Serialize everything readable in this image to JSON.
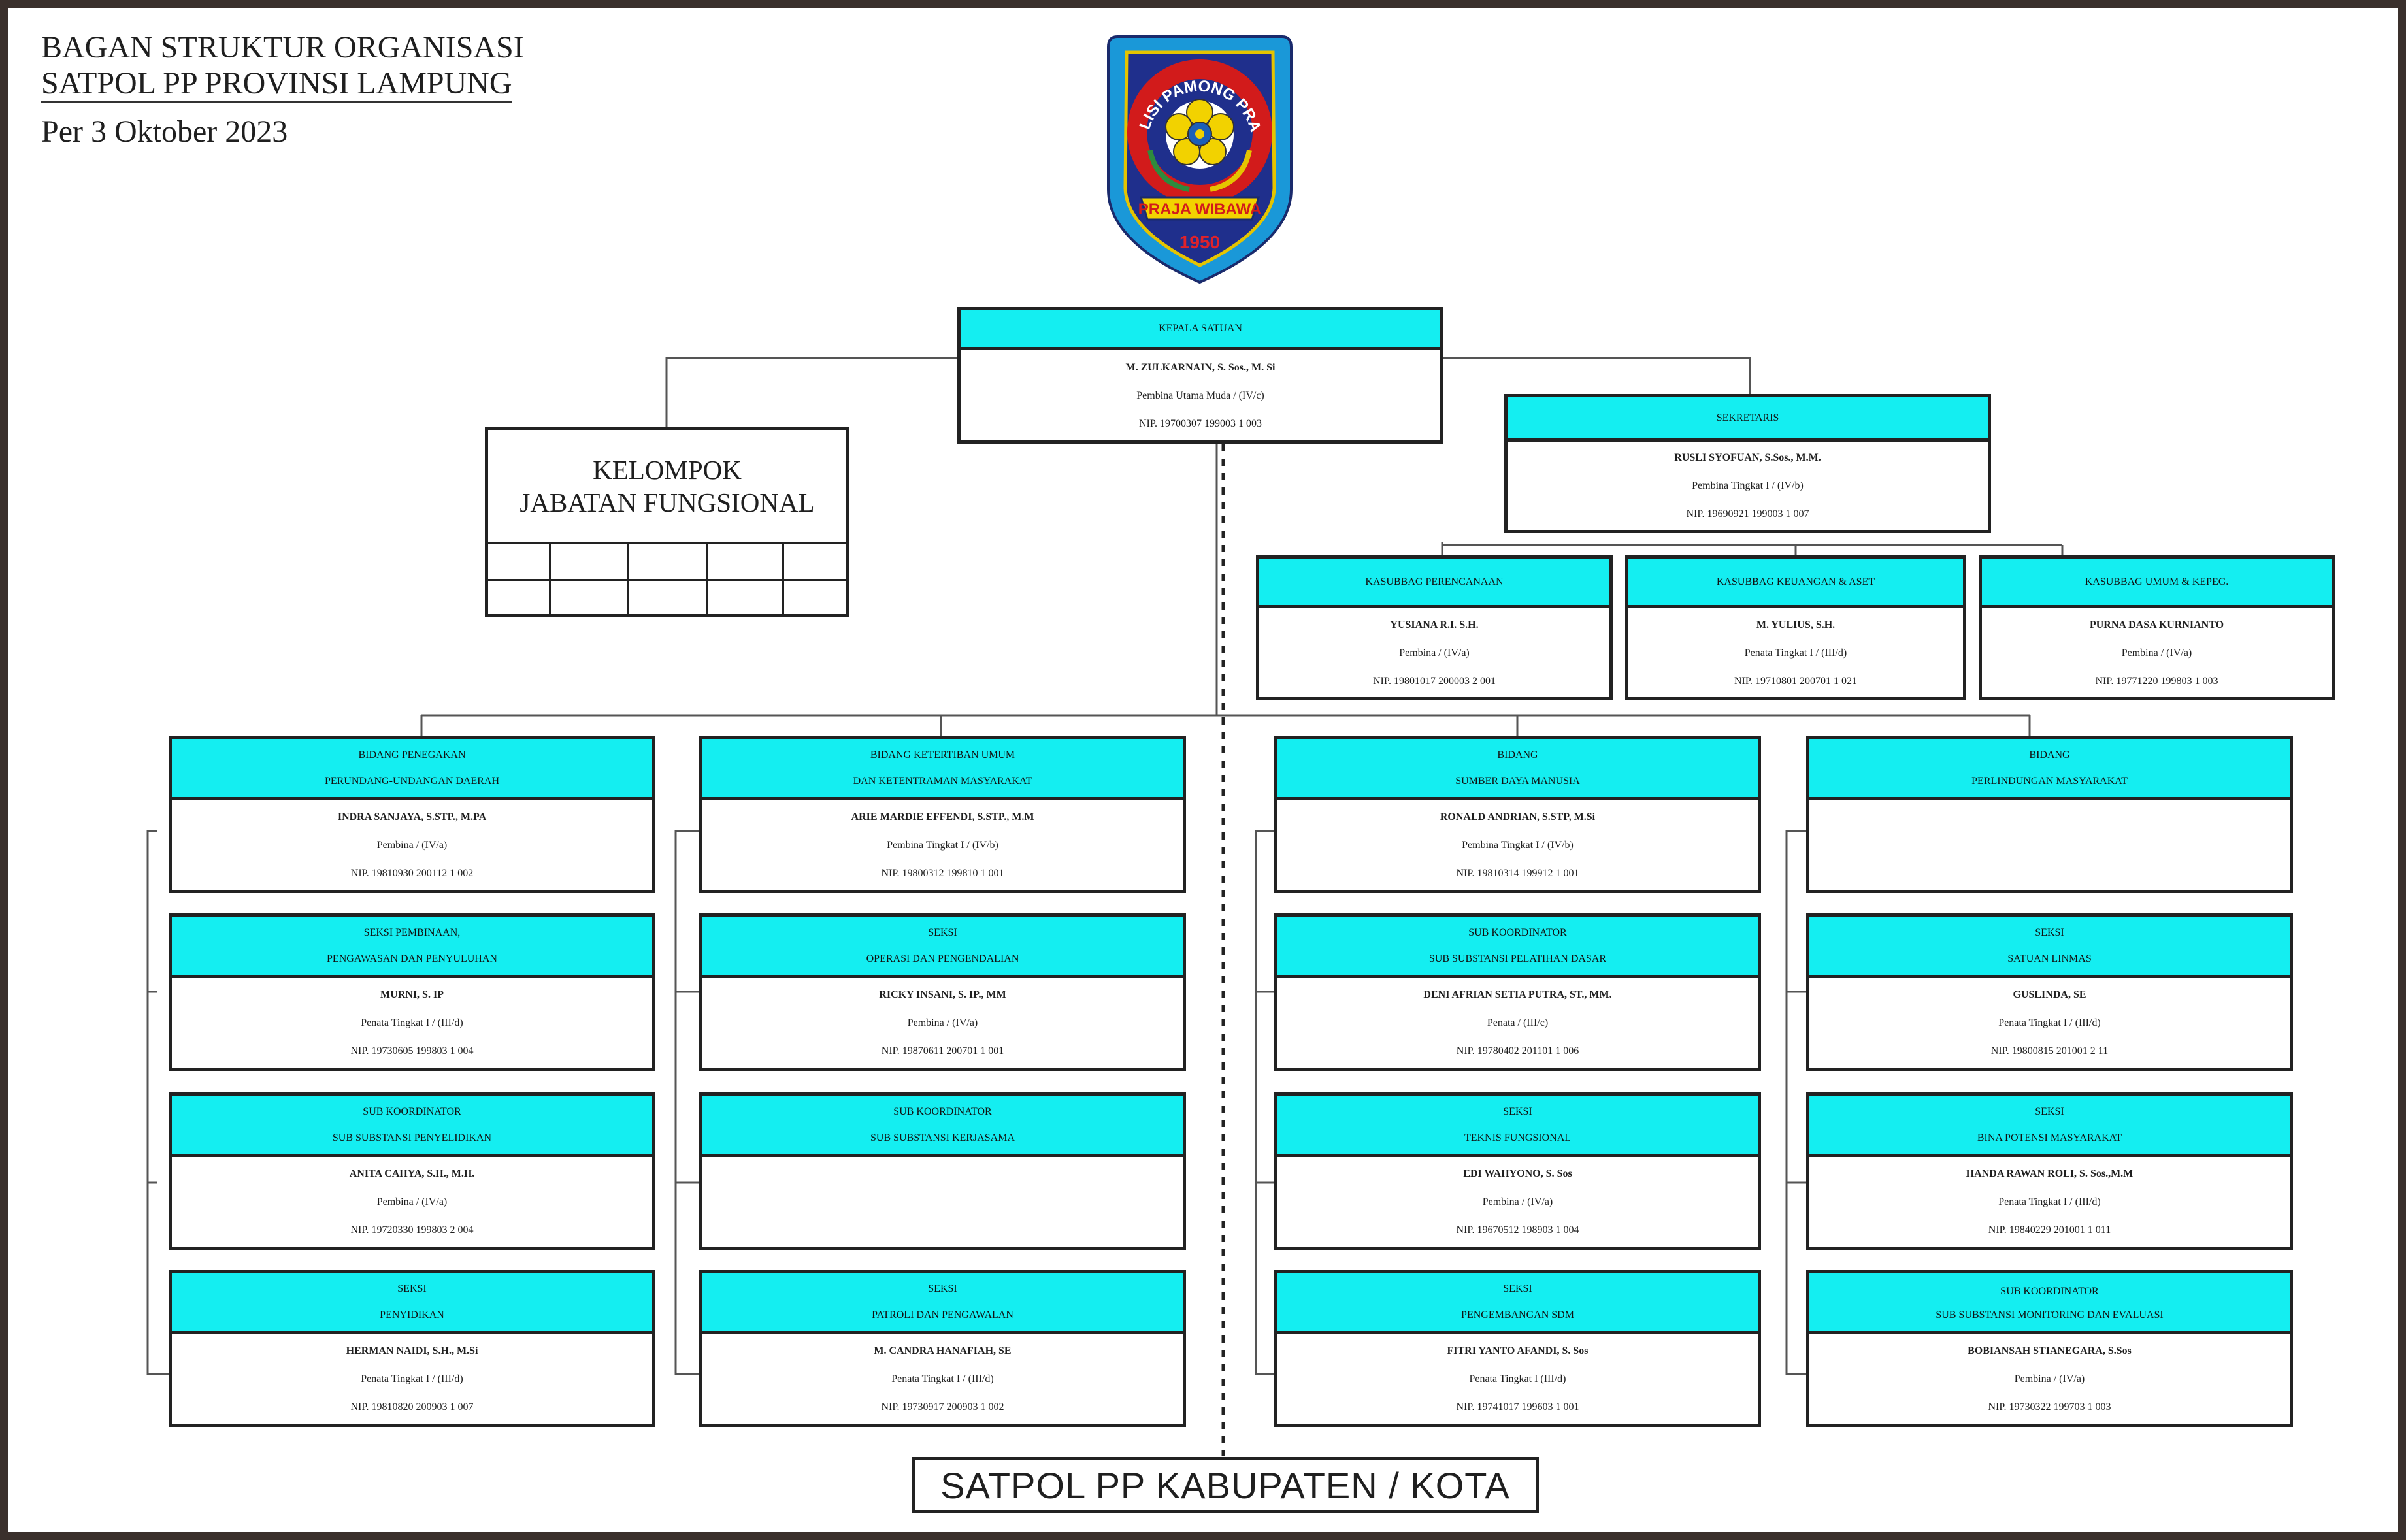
{
  "header": {
    "line1": "BAGAN STRUKTUR ORGANISASI",
    "line2": "SATPOL PP PROVINSI LAMPUNG",
    "date": "Per 3 Oktober 2023"
  },
  "logo": {
    "icon": "satpol-pp-emblem-icon",
    "text_top": "POLISI PAMONG PRAJA",
    "motto": "PRAJA WIBAWA",
    "year": "1950"
  },
  "colors": {
    "header_fill": "#14eef1",
    "border": "#222222",
    "frame": "#3a302c"
  },
  "kepala": {
    "title": "KEPALA SATUAN",
    "name": "M. ZULKARNAIN, S. Sos., M. Si",
    "rank": "Pembina Utama Muda / (IV/c)",
    "nip": "NIP. 19700307 199003 1 003"
  },
  "sekretaris": {
    "title": "SEKRETARIS",
    "name": "RUSLI SYOFUAN, S.Sos., M.M.",
    "rank": "Pembina Tingkat I / (IV/b)",
    "nip": "NIP. 19690921 199003 1 007"
  },
  "kelompok": {
    "line1": "KELOMPOK",
    "line2": "JABATAN FUNGSIONAL"
  },
  "kasubbag": [
    {
      "title": "KASUBBAG PERENCANAAN",
      "name": "YUSIANA R.I. S.H.",
      "rank": "Pembina / (IV/a)",
      "nip": "NIP. 19801017 200003 2 001"
    },
    {
      "title": "KASUBBAG KEUANGAN & ASET",
      "name": "M. YULIUS, S.H.",
      "rank": "Penata Tingkat I / (III/d)",
      "nip": "NIP. 19710801 200701 1 021"
    },
    {
      "title": "KASUBBAG  UMUM & KEPEG.",
      "name": "PURNA DASA KURNIANTO",
      "rank": "Pembina / (IV/a)",
      "nip": "NIP. 19771220 199803 1 003"
    }
  ],
  "columns": [
    [
      {
        "t1": "BIDANG PENEGAKAN",
        "t2": "PERUNDANG-UNDANGAN DAERAH",
        "name": "INDRA SANJAYA, S.STP., M.PA",
        "rank": "Pembina / (IV/a)",
        "nip": "NIP. 19810930 200112 1 002"
      },
      {
        "t1": "SEKSI PEMBINAAN,",
        "t2": "PENGAWASAN DAN PENYULUHAN",
        "name": "MURNI, S. IP",
        "rank": "Penata Tingkat I / (III/d)",
        "nip": "NIP. 19730605 199803 1 004"
      },
      {
        "t1": "SUB KOORDINATOR",
        "t2": "SUB SUBSTANSI PENYELIDIKAN",
        "name": "ANITA CAHYA, S.H., M.H.",
        "rank": "Pembina / (IV/a)",
        "nip": "NIP. 19720330 199803 2 004"
      },
      {
        "t1": "SEKSI",
        "t2": "PENYIDIKAN",
        "name": "HERMAN NAIDI, S.H., M.Si",
        "rank": "Penata Tingkat I / (III/d)",
        "nip": "NIP. 19810820 200903 1 007"
      }
    ],
    [
      {
        "t1": "BIDANG KETERTIBAN UMUM",
        "t2": "DAN KETENTRAMAN MASYARAKAT",
        "name": "ARIE MARDIE EFFENDI, S.STP., M.M",
        "rank": "Pembina Tingkat I / (IV/b)",
        "nip": "NIP. 19800312 199810 1 001"
      },
      {
        "t1": "SEKSI",
        "t2": "OPERASI DAN PENGENDALIAN",
        "name": "RICKY INSANI, S. IP., MM",
        "rank": "Pembina / (IV/a)",
        "nip": "NIP. 19870611 200701 1 001"
      },
      {
        "t1": "SUB KOORDINATOR",
        "t2": "SUB SUBSTANSI KERJASAMA",
        "name": "",
        "rank": "",
        "nip": ""
      },
      {
        "t1": "SEKSI",
        "t2": "PATROLI DAN PENGAWALAN",
        "name": "M. CANDRA HANAFIAH, SE",
        "rank": "Penata Tingkat I / (III/d)",
        "nip": "NIP. 19730917 200903 1 002"
      }
    ],
    [
      {
        "t1": "BIDANG",
        "t2": "SUMBER DAYA MANUSIA",
        "name": "RONALD ANDRIAN, S.STP, M.Si",
        "rank": "Pembina Tingkat I / (IV/b)",
        "nip": "NIP. 19810314 199912 1 001"
      },
      {
        "t1": "SUB KOORDINATOR",
        "t2": "SUB SUBSTANSI PELATIHAN DASAR",
        "name": "DENI AFRIAN SETIA PUTRA, ST., MM.",
        "rank": "Penata / (III/c)",
        "nip": "NIP. 19780402 201101 1 006"
      },
      {
        "t1": "SEKSI",
        "t2": "TEKNIS FUNGSIONAL",
        "name": "EDI WAHYONO, S. Sos",
        "rank": "Pembina  / (IV/a)",
        "nip": "NIP. 19670512 198903 1 004"
      },
      {
        "t1": "SEKSI",
        "t2": "PENGEMBANGAN SDM",
        "name": "FITRI YANTO AFANDI, S. Sos",
        "rank": "Penata Tingkat I (III/d)",
        "nip": "NIP. 19741017 199603 1 001"
      }
    ],
    [
      {
        "t1": "BIDANG",
        "t2": "PERLINDUNGAN MASYARAKAT",
        "name": "",
        "rank": "",
        "nip": ""
      },
      {
        "t1": "SEKSI",
        "t2": "SATUAN LINMAS",
        "name": "GUSLINDA, SE",
        "rank": "Penata Tingkat I  / (III/d)",
        "nip": "NIP. 19800815 201001 2 11"
      },
      {
        "t1": "SEKSI",
        "t2": "BINA POTENSI MASYARAKAT",
        "name": "HANDA RAWAN ROLI, S. Sos.,M.M",
        "rank": "Penata Tingkat I / (III/d)",
        "nip": "NIP. 19840229 201001 1 011"
      },
      {
        "t1": "SUB KOORDINATOR",
        "t2": "SUB SUBSTANSI MONITORING DAN EVALUASI",
        "name": "BOBIANSAH STIANEGARA, S.Sos",
        "rank": "Pembina / (IV/a)",
        "nip": "NIP. 19730322 199703 1 003"
      }
    ]
  ],
  "footer": "SATPOL PP KABUPATEN / KOTA"
}
